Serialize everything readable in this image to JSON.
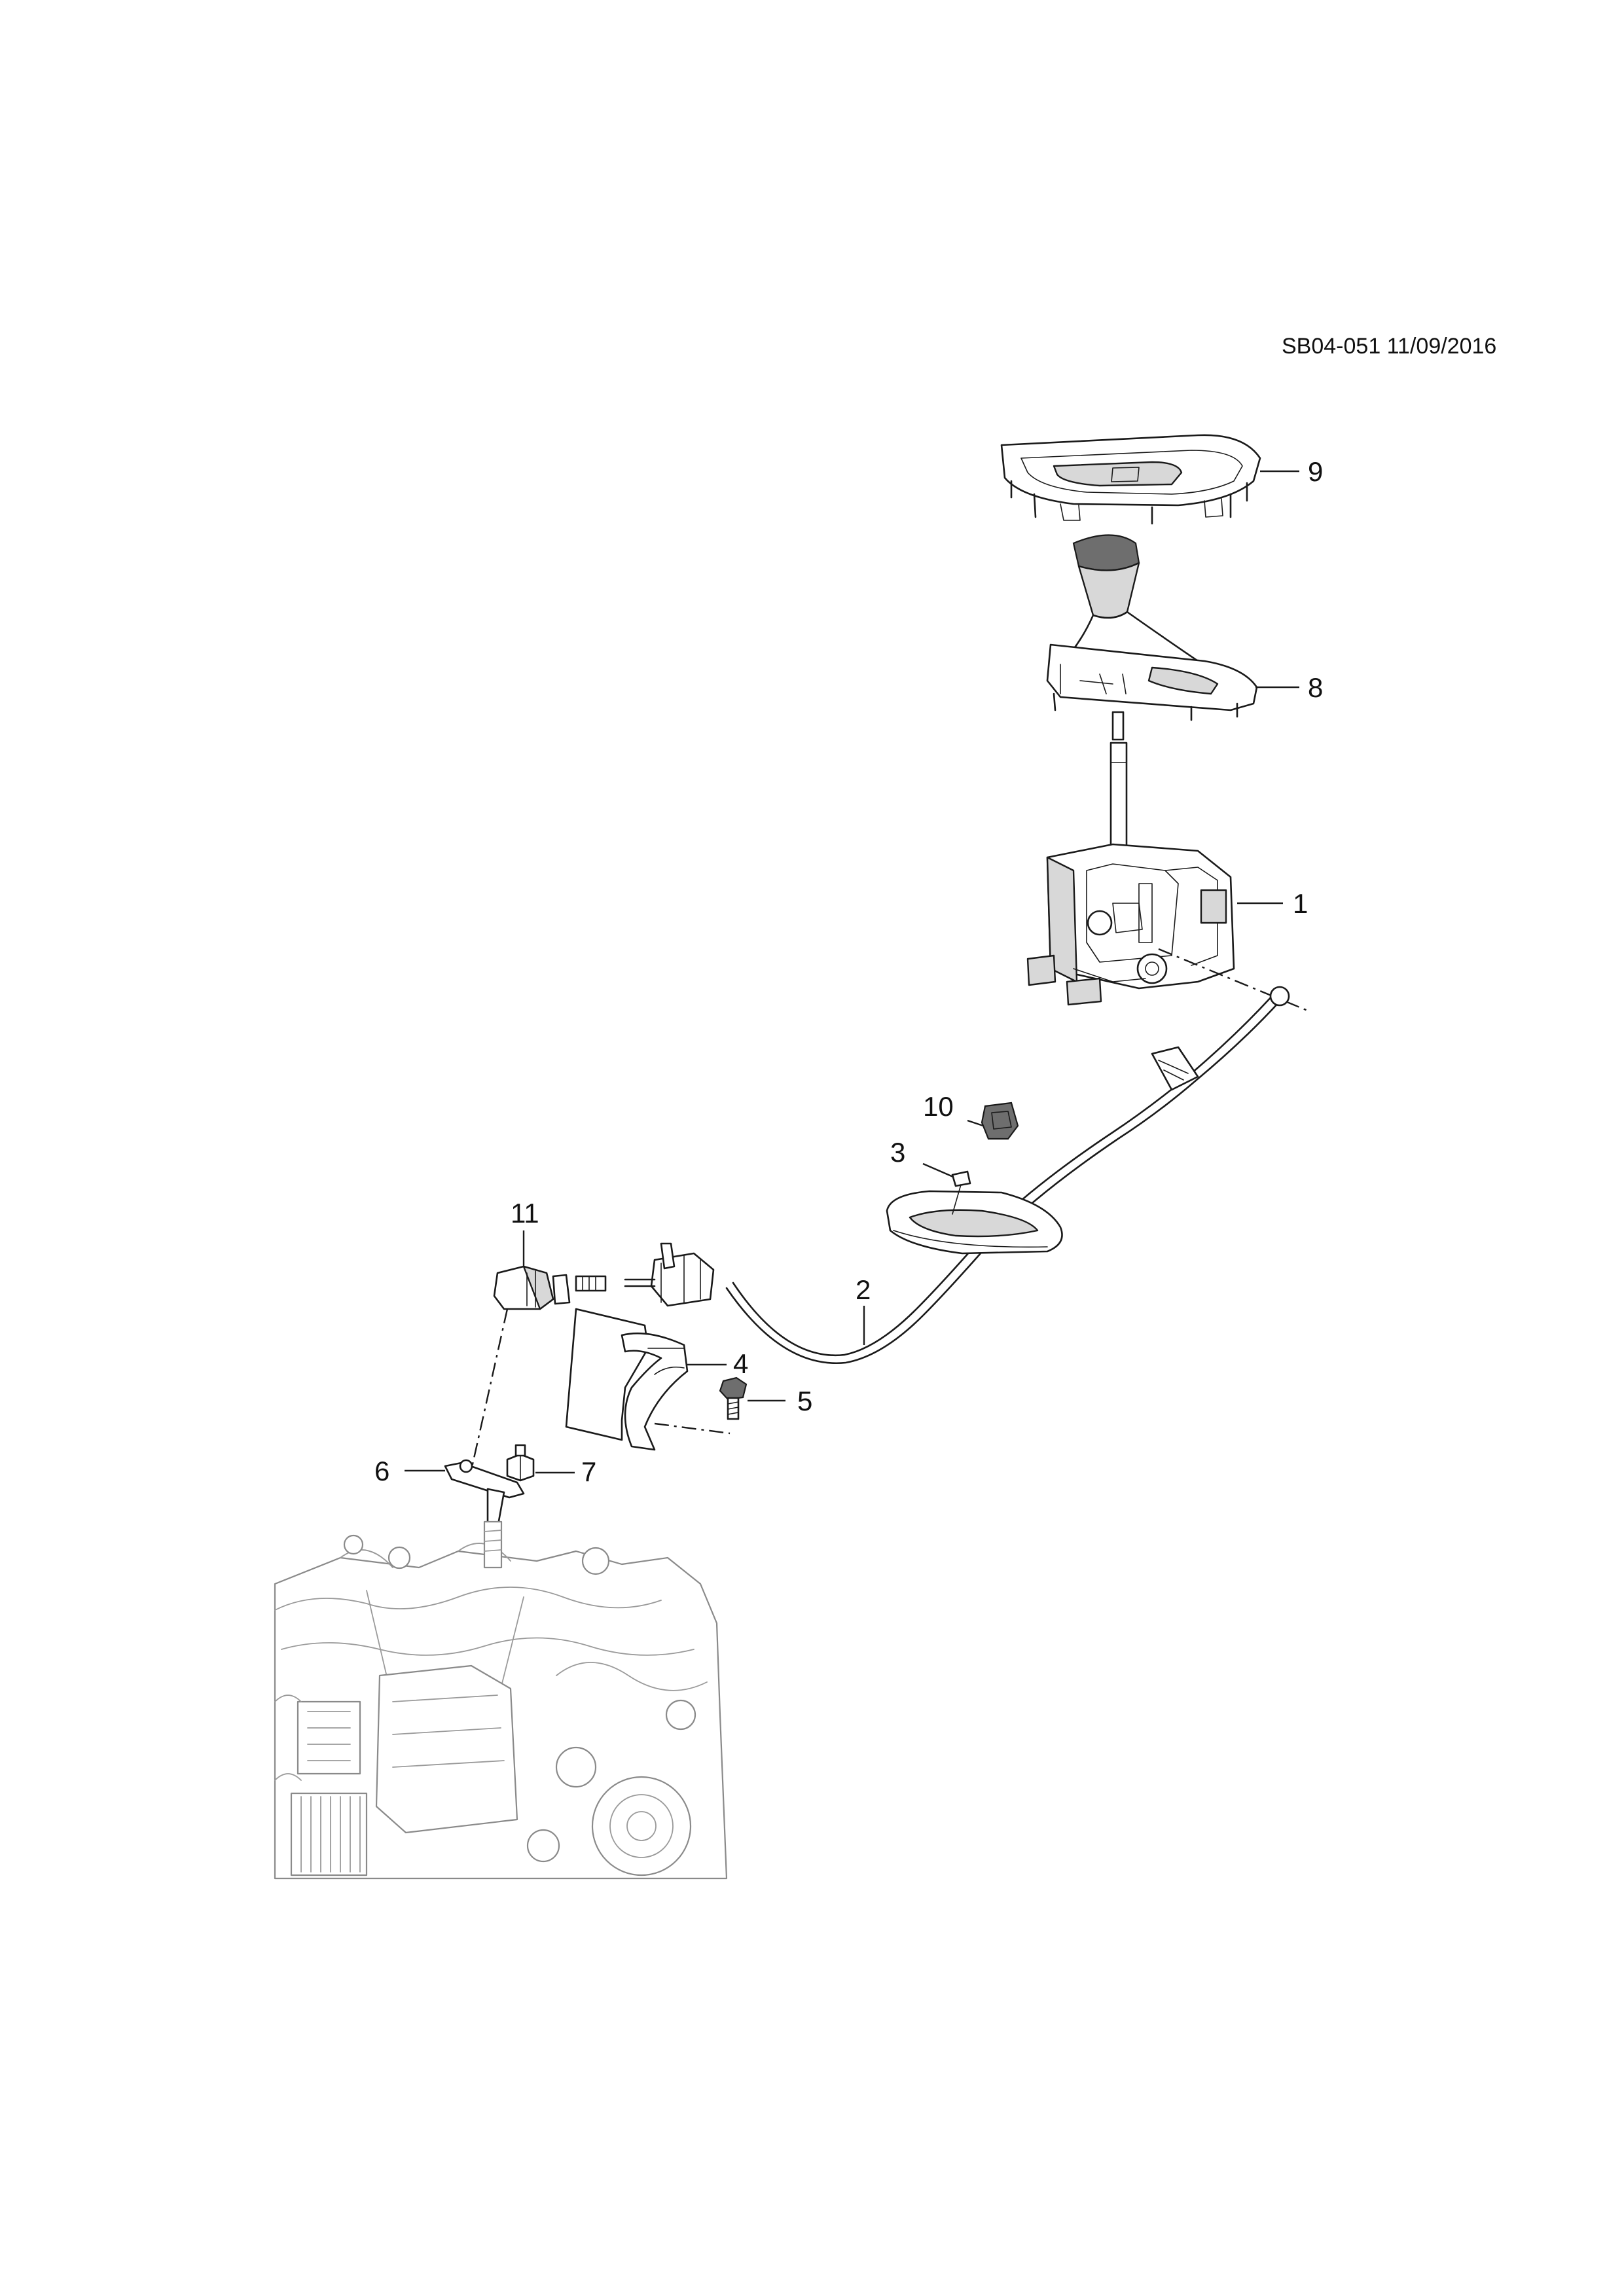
{
  "document": {
    "reference": "SB04-051 11/09/2016"
  },
  "callouts": {
    "c1": "1",
    "c2": "2",
    "c3": "3",
    "c4": "4",
    "c5": "5",
    "c6": "6",
    "c7": "7",
    "c8": "8",
    "c9": "9",
    "c10": "10",
    "c11": "11"
  }
}
